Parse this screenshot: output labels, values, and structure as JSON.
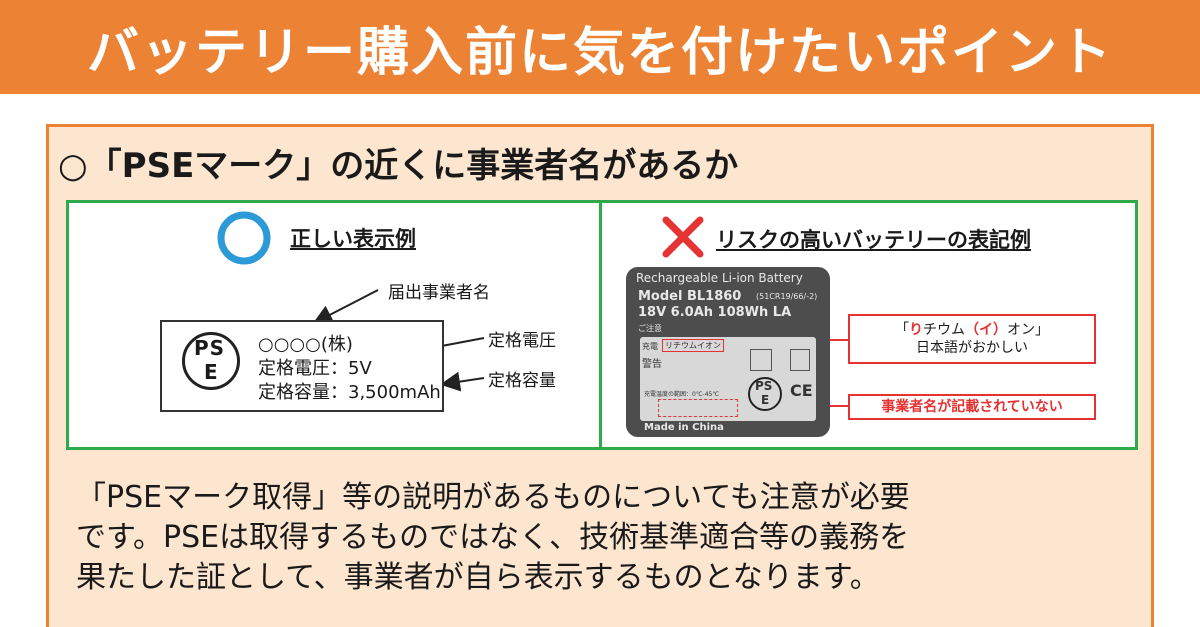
{
  "header": {
    "title": "バッテリー購入前に気を付けたいポイント"
  },
  "section": {
    "title": "○「PSEマーク」の近くに事業者名があるか"
  },
  "correct": {
    "heading": "正しい表示例",
    "label_notifier": "届出事業者名",
    "label_rated_voltage": "定格電圧",
    "label_rated_capacity": "定格容量",
    "pse_top": "PS",
    "pse_bottom": "E",
    "mark_line1": "○○○○(株)",
    "mark_line2": "定格電圧：5V",
    "mark_line3": "定格容量：3,500mAh"
  },
  "risky": {
    "heading": "リスクの高いバッテリーの表記例",
    "battery": {
      "line1": "Rechargeable  Li-ion  Battery",
      "line2": "Model  BL1860",
      "line2_sub": "(51CR19/66/-2)",
      "line3": "18V  6.0Ah  108Wh  LA",
      "jp_caution": "ご注意",
      "jp_charge": "充電",
      "jp_lithium": "リチウムイオン",
      "jp_warning": "警告",
      "temp": "充電温度の範囲：0℃-45℃",
      "pse_top": "PS",
      "pse_bottom": "E",
      "ce": "CE",
      "made_in": "Made in China"
    },
    "callout1_line1_a": "「",
    "callout1_line1_red1": "り",
    "callout1_line1_b": "チウム",
    "callout1_line1_red2": "（イ）",
    "callout1_line1_c": "オン」",
    "callout1_line2": "日本語がおかしい",
    "callout2": "事業者名が記載されていない"
  },
  "body": {
    "line1": "「PSEマーク取得」等の説明があるものについても注意が必要",
    "line2": "です。PSEは取得するものではなく、技術基準適合等の義務を",
    "line3": "果たした証として、事業者が自ら表示するものとなります。"
  },
  "colors": {
    "accent_orange": "#ec8234",
    "panel_bg": "#fde6d0",
    "frame_green": "#2eaa4a",
    "circle_blue": "#2d9ad8",
    "cross_red": "#e53232"
  }
}
